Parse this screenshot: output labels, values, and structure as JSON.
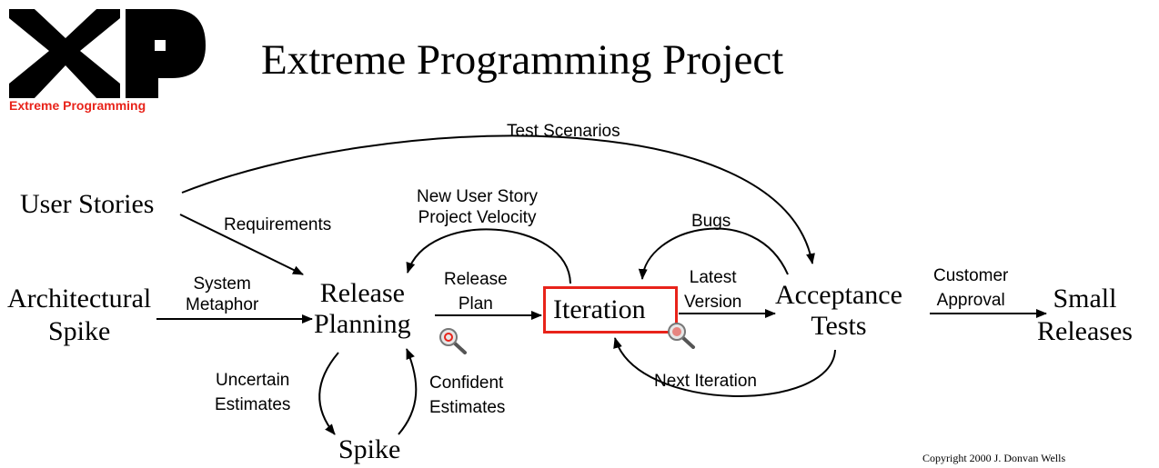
{
  "header": {
    "title": "Extreme Programming Project",
    "logo_text": "Extreme Programming"
  },
  "nodes": {
    "user_stories": "User Stories",
    "architectural_spike_1": "Architectural",
    "architectural_spike_2": "Spike",
    "release_planning_1": "Release",
    "release_planning_2": "Planning",
    "iteration": "Iteration",
    "acceptance_tests_1": "Acceptance",
    "acceptance_tests_2": "Tests",
    "small_releases_1": "Small",
    "small_releases_2": "Releases",
    "spike": "Spike"
  },
  "edges": {
    "test_scenarios": "Test Scenarios",
    "requirements": "Requirements",
    "system_metaphor_1": "System",
    "system_metaphor_2": "Metaphor",
    "new_user_story": "New User Story",
    "project_velocity": "Project Velocity",
    "release_plan_1": "Release",
    "release_plan_2": "Plan",
    "bugs": "Bugs",
    "latest_version_1": "Latest",
    "latest_version_2": "Version",
    "customer_approval_1": "Customer",
    "customer_approval_2": "Approval",
    "next_iteration": "Next Iteration",
    "uncertain_estimates_1": "Uncertain",
    "uncertain_estimates_2": "Estimates",
    "confident_estimates_1": "Confident",
    "confident_estimates_2": "Estimates"
  },
  "footer": {
    "copyright": "Copyright 2000 J. Donvan Wells"
  },
  "colors": {
    "accent": "#e8231a",
    "ink": "#000000"
  },
  "icons": [
    "magnifier-icon",
    "magnifier-icon"
  ]
}
